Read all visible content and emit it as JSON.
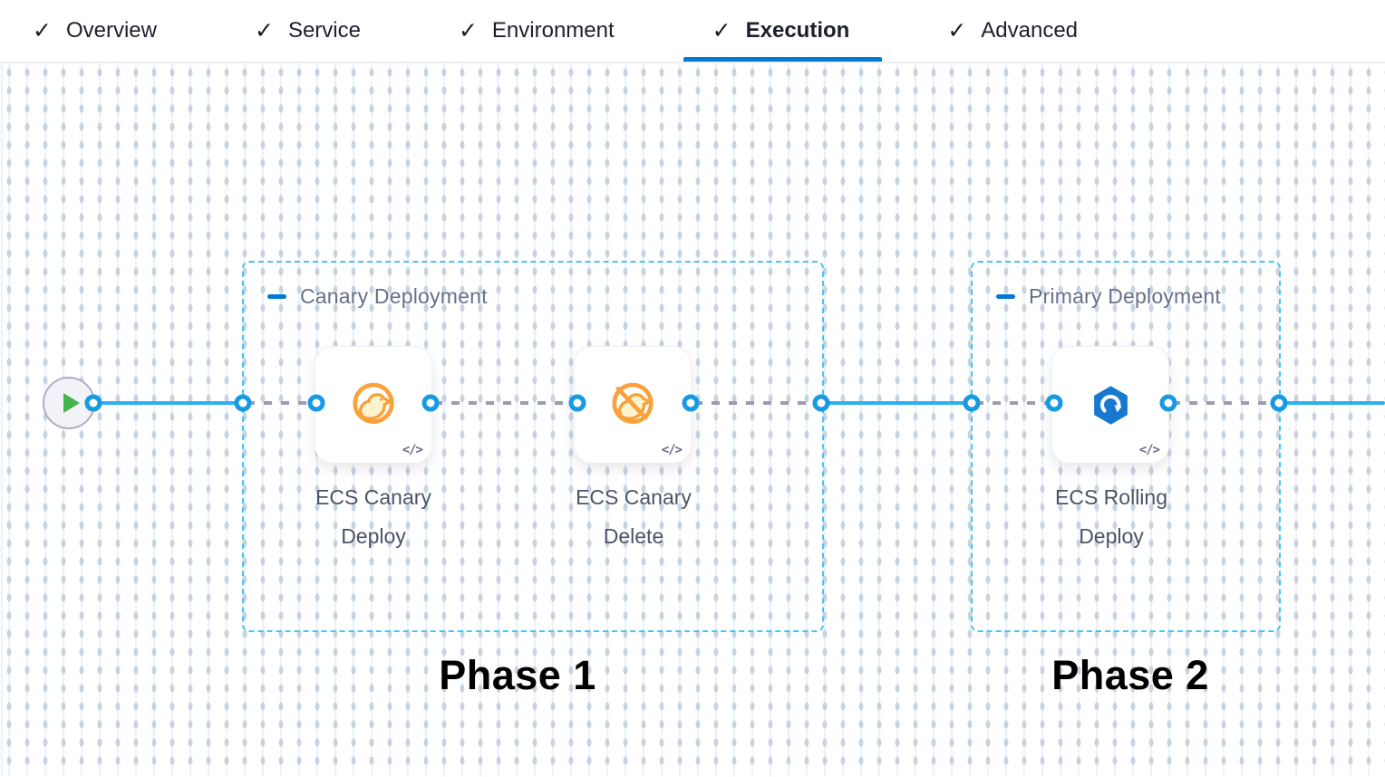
{
  "tabs": {
    "items": [
      {
        "label": "Overview",
        "checked": true,
        "active": false
      },
      {
        "label": "Service",
        "checked": true,
        "active": false
      },
      {
        "label": "Environment",
        "checked": true,
        "active": false
      },
      {
        "label": "Execution",
        "checked": true,
        "active": true
      },
      {
        "label": "Advanced",
        "checked": true,
        "active": false
      }
    ],
    "check_glyph": "✓"
  },
  "canvas": {
    "start_node": {
      "type": "pipeline-start"
    },
    "groups": [
      {
        "title": "Canary Deployment",
        "steps": [
          {
            "label": "ECS Canary Deploy",
            "icon": "canary-deploy-icon",
            "code_badge": "</>"
          },
          {
            "label": "ECS Canary Delete",
            "icon": "canary-delete-icon",
            "code_badge": "</>"
          }
        ]
      },
      {
        "title": "Primary Deployment",
        "steps": [
          {
            "label": "ECS Rolling Deploy",
            "icon": "ecs-rolling-icon",
            "code_badge": "</>"
          }
        ]
      }
    ],
    "annotations": [
      {
        "label": "Phase 1"
      },
      {
        "label": "Phase 2"
      }
    ]
  },
  "colors": {
    "accent_blue": "#0278d5",
    "flow_line_blue": "#2bb0f1",
    "connector_ring_blue": "#169ae6",
    "group_border_blue": "#45c6f4",
    "canary_orange": "#f9a13b",
    "ecs_blue": "#1878cf",
    "play_green": "#44b54d"
  }
}
